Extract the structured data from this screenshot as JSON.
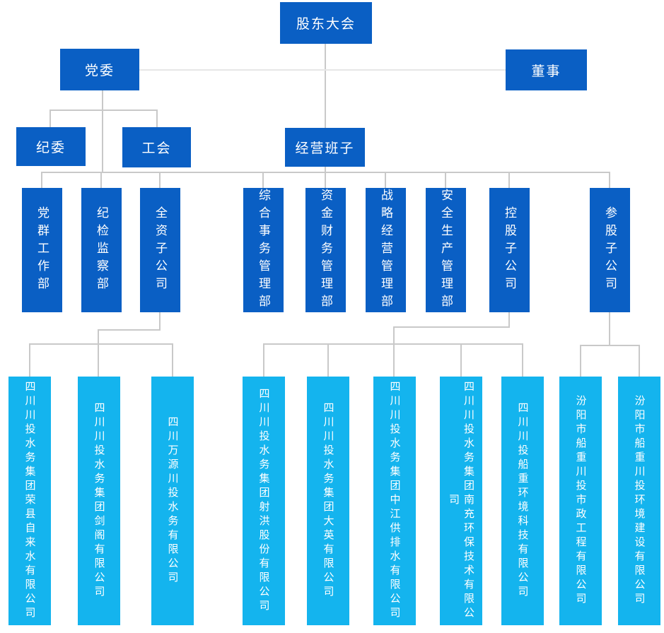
{
  "colors": {
    "primary": "#0a5fc4",
    "secondary": "#14b4ee",
    "box_text": "#ffffff",
    "line": "#c9c9c9",
    "line_light": "#e6e6e6",
    "background": "#ffffff"
  },
  "chart": {
    "top": {
      "shareholders": "股东大会",
      "party": "党委",
      "director": "董事",
      "discipline": "纪委",
      "union": "工会",
      "management": "经营班子"
    },
    "departments": [
      "党群工作部",
      "纪检监察部",
      "全资子公司",
      "综合事务管理部",
      "资金财务管理部",
      "战略经营管理部",
      "安全生产管理部",
      "控股子公司",
      "参股子公司"
    ],
    "companies": [
      "四川川投水务集团荣县自来水有限公司",
      "四川川投水务集团剑阁有限公司",
      "四川万源川投水务有限公司",
      "四川川投水务集团射洪股份有限公司",
      "四川川投水务集团大英有限公司",
      "四川川投水务集团中江供排水有限公司",
      "四川川投水务集团南充环保技术有限公司",
      "四川川投船重环境科技有限公司",
      "汾阳市船重川投市政工程有限公司",
      "汾阳市船重川投环境建设有限公司"
    ]
  }
}
